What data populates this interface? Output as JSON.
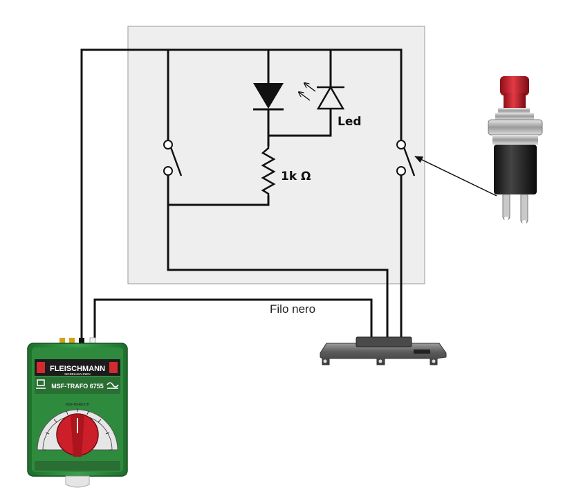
{
  "diagram": {
    "led_label": "Led",
    "resistor_label": "1k Ω",
    "wire_label": "Filo nero"
  },
  "transformer": {
    "brand": "FLEISCHMANN",
    "sub_brand": "MODELLBAHNEN",
    "model": "MSF-TRAFO 6755",
    "dial_label": "MSF-BEREICH"
  },
  "colors": {
    "panel_bg": "#eeeeee",
    "wire": "#111111",
    "transformer_body": "#2e8b3e",
    "dial_knob": "#cc1f2a",
    "button_cap": "#c8202c"
  }
}
